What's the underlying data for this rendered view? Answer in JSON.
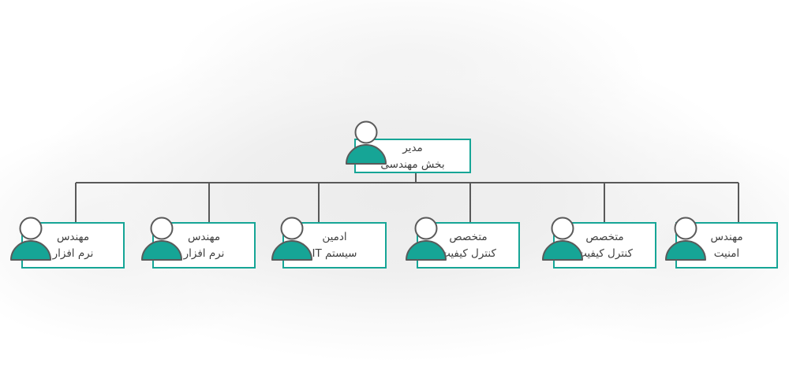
{
  "root": {
    "title": "مدیر",
    "subtitle": "بخش مهندسی"
  },
  "children": [
    {
      "title": "مهندس",
      "subtitle": "امنیت"
    },
    {
      "title": "متخصص",
      "subtitle": "کنترل کیفیت"
    },
    {
      "title": "متخصص",
      "subtitle": "کنترل کیفیت"
    },
    {
      "title": "ادمین",
      "subtitle": "سیستم IT"
    },
    {
      "title": "مهندس",
      "subtitle": "نرم افزار"
    },
    {
      "title": "مهندس",
      "subtitle": "نرم افزار"
    }
  ],
  "colors": {
    "accent": "#16a596",
    "avatar_fill": "#16a596",
    "avatar_outline": "#5a5a5a",
    "connector": "#595959"
  }
}
